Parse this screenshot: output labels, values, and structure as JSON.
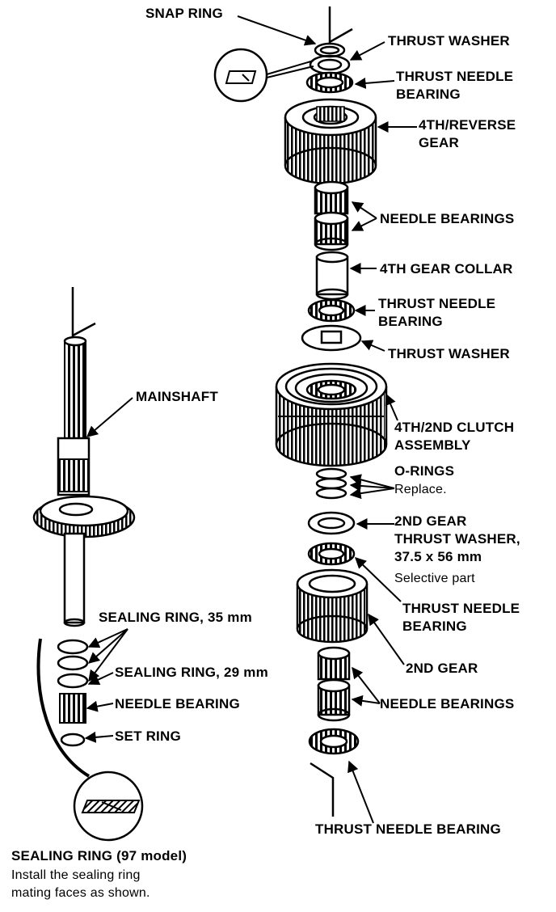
{
  "labels": {
    "snap_ring": "SNAP RING",
    "thrust_washer_top": "THRUST WASHER",
    "thrust_needle_bearing_top": [
      "THRUST NEEDLE",
      "BEARING"
    ],
    "gear_4th_reverse": [
      "4TH/REVERSE",
      "GEAR"
    ],
    "needle_bearings_upper": "NEEDLE BEARINGS",
    "gear_4th_collar": "4TH GEAR COLLAR",
    "thrust_needle_bearing_mid": [
      "THRUST NEEDLE",
      "BEARING"
    ],
    "thrust_washer_mid": "THRUST WASHER",
    "mainshaft": "MAINSHAFT",
    "clutch_assembly": [
      "4TH/2ND CLUTCH",
      "ASSEMBLY"
    ],
    "o_rings": "O-RINGS",
    "o_rings_note": "Replace.",
    "gear2_thrust_washer": [
      "2ND GEAR",
      "THRUST WASHER,",
      "37.5 x 56 mm"
    ],
    "gear2_thrust_washer_note": "Selective part",
    "thrust_needle_bearing_lower": [
      "THRUST NEEDLE",
      "BEARING"
    ],
    "gear_2nd": "2ND GEAR",
    "sealing_ring_35": "SEALING RING, 35 mm",
    "sealing_ring_29": "SEALING RING, 29 mm",
    "needle_bearing_single": "NEEDLE BEARING",
    "set_ring": "SET RING",
    "needle_bearings_lower": "NEEDLE BEARINGS",
    "thrust_needle_bearing_bottom": "THRUST NEEDLE BEARING",
    "sealing_ring_97": "SEALING RING (97 model)",
    "sealing_ring_97_note": [
      "Install the sealing ring",
      "mating faces as shown."
    ]
  }
}
